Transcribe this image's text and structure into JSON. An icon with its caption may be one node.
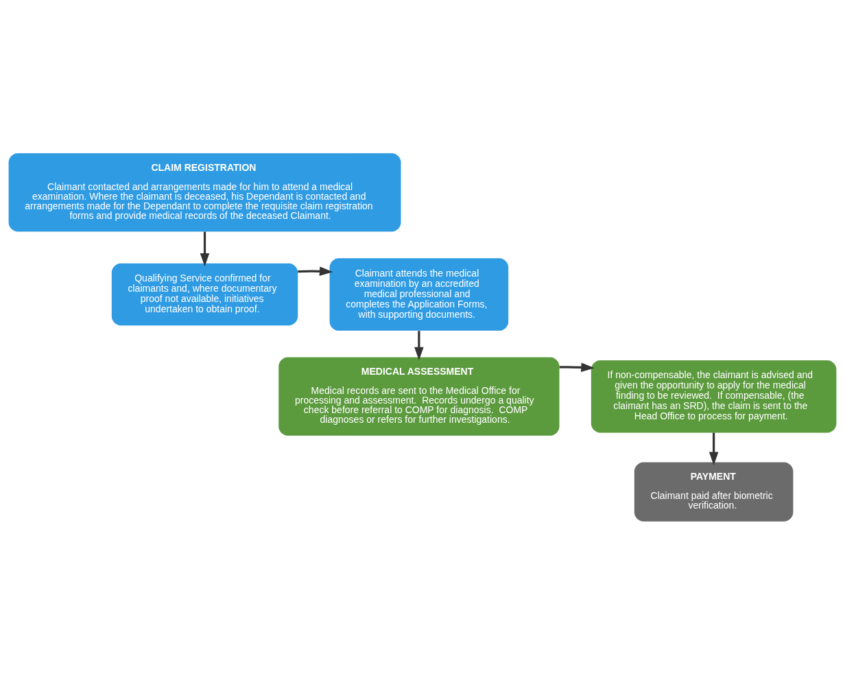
{
  "diagram": {
    "nodes": [
      {
        "text": [
          "CLAIM REGISTRATION",
          "Claimant contacted and arrangements made for him to attend a medical examination. Where the claimant is deceased, his Dependant is contacted and arrangements made for the Dependant to complete the requisite claim registration forms and provide medical records of the deceased Claimant."
        ]
      },
      {
        "text": [
          "Qualifying Service confirmed for claimants and, where documentary proof not available, initiatives undertaken to obtain proof."
        ]
      },
      {
        "text": [
          "Claimant attends the medical examination by an accredited medical professional and completes the Application Forms, with supporting documents."
        ]
      },
      {
        "text": [
          "MEDICAL ASSESSMENT",
          "Medical records are sent to the Medical Office for processing and assessment.  Records undergo a quality check before referral to COMP for diagnosis.  COMP diagnoses or refers for further investigations."
        ]
      },
      {
        "text": [
          "If non-compensable, the claimant is advised and given the opportunity to apply for the medical finding to be reviewed.  If compensable, (the claimant has an SRD), the claim is sent to the Head Office to process for payment."
        ]
      },
      {
        "text": [
          "PAYMENT",
          "Claimant paid after biometric verification."
        ]
      }
    ],
    "edges": [
      {
        "from": 0,
        "to": 1,
        "arrow": "to"
      },
      {
        "from": 1,
        "to": 2,
        "arrow": "to"
      },
      {
        "from": 2,
        "to": 3,
        "arrow": "to"
      },
      {
        "from": 3,
        "to": 4,
        "arrow": "to"
      },
      {
        "from": 4,
        "to": 5,
        "arrow": "to"
      }
    ]
  }
}
